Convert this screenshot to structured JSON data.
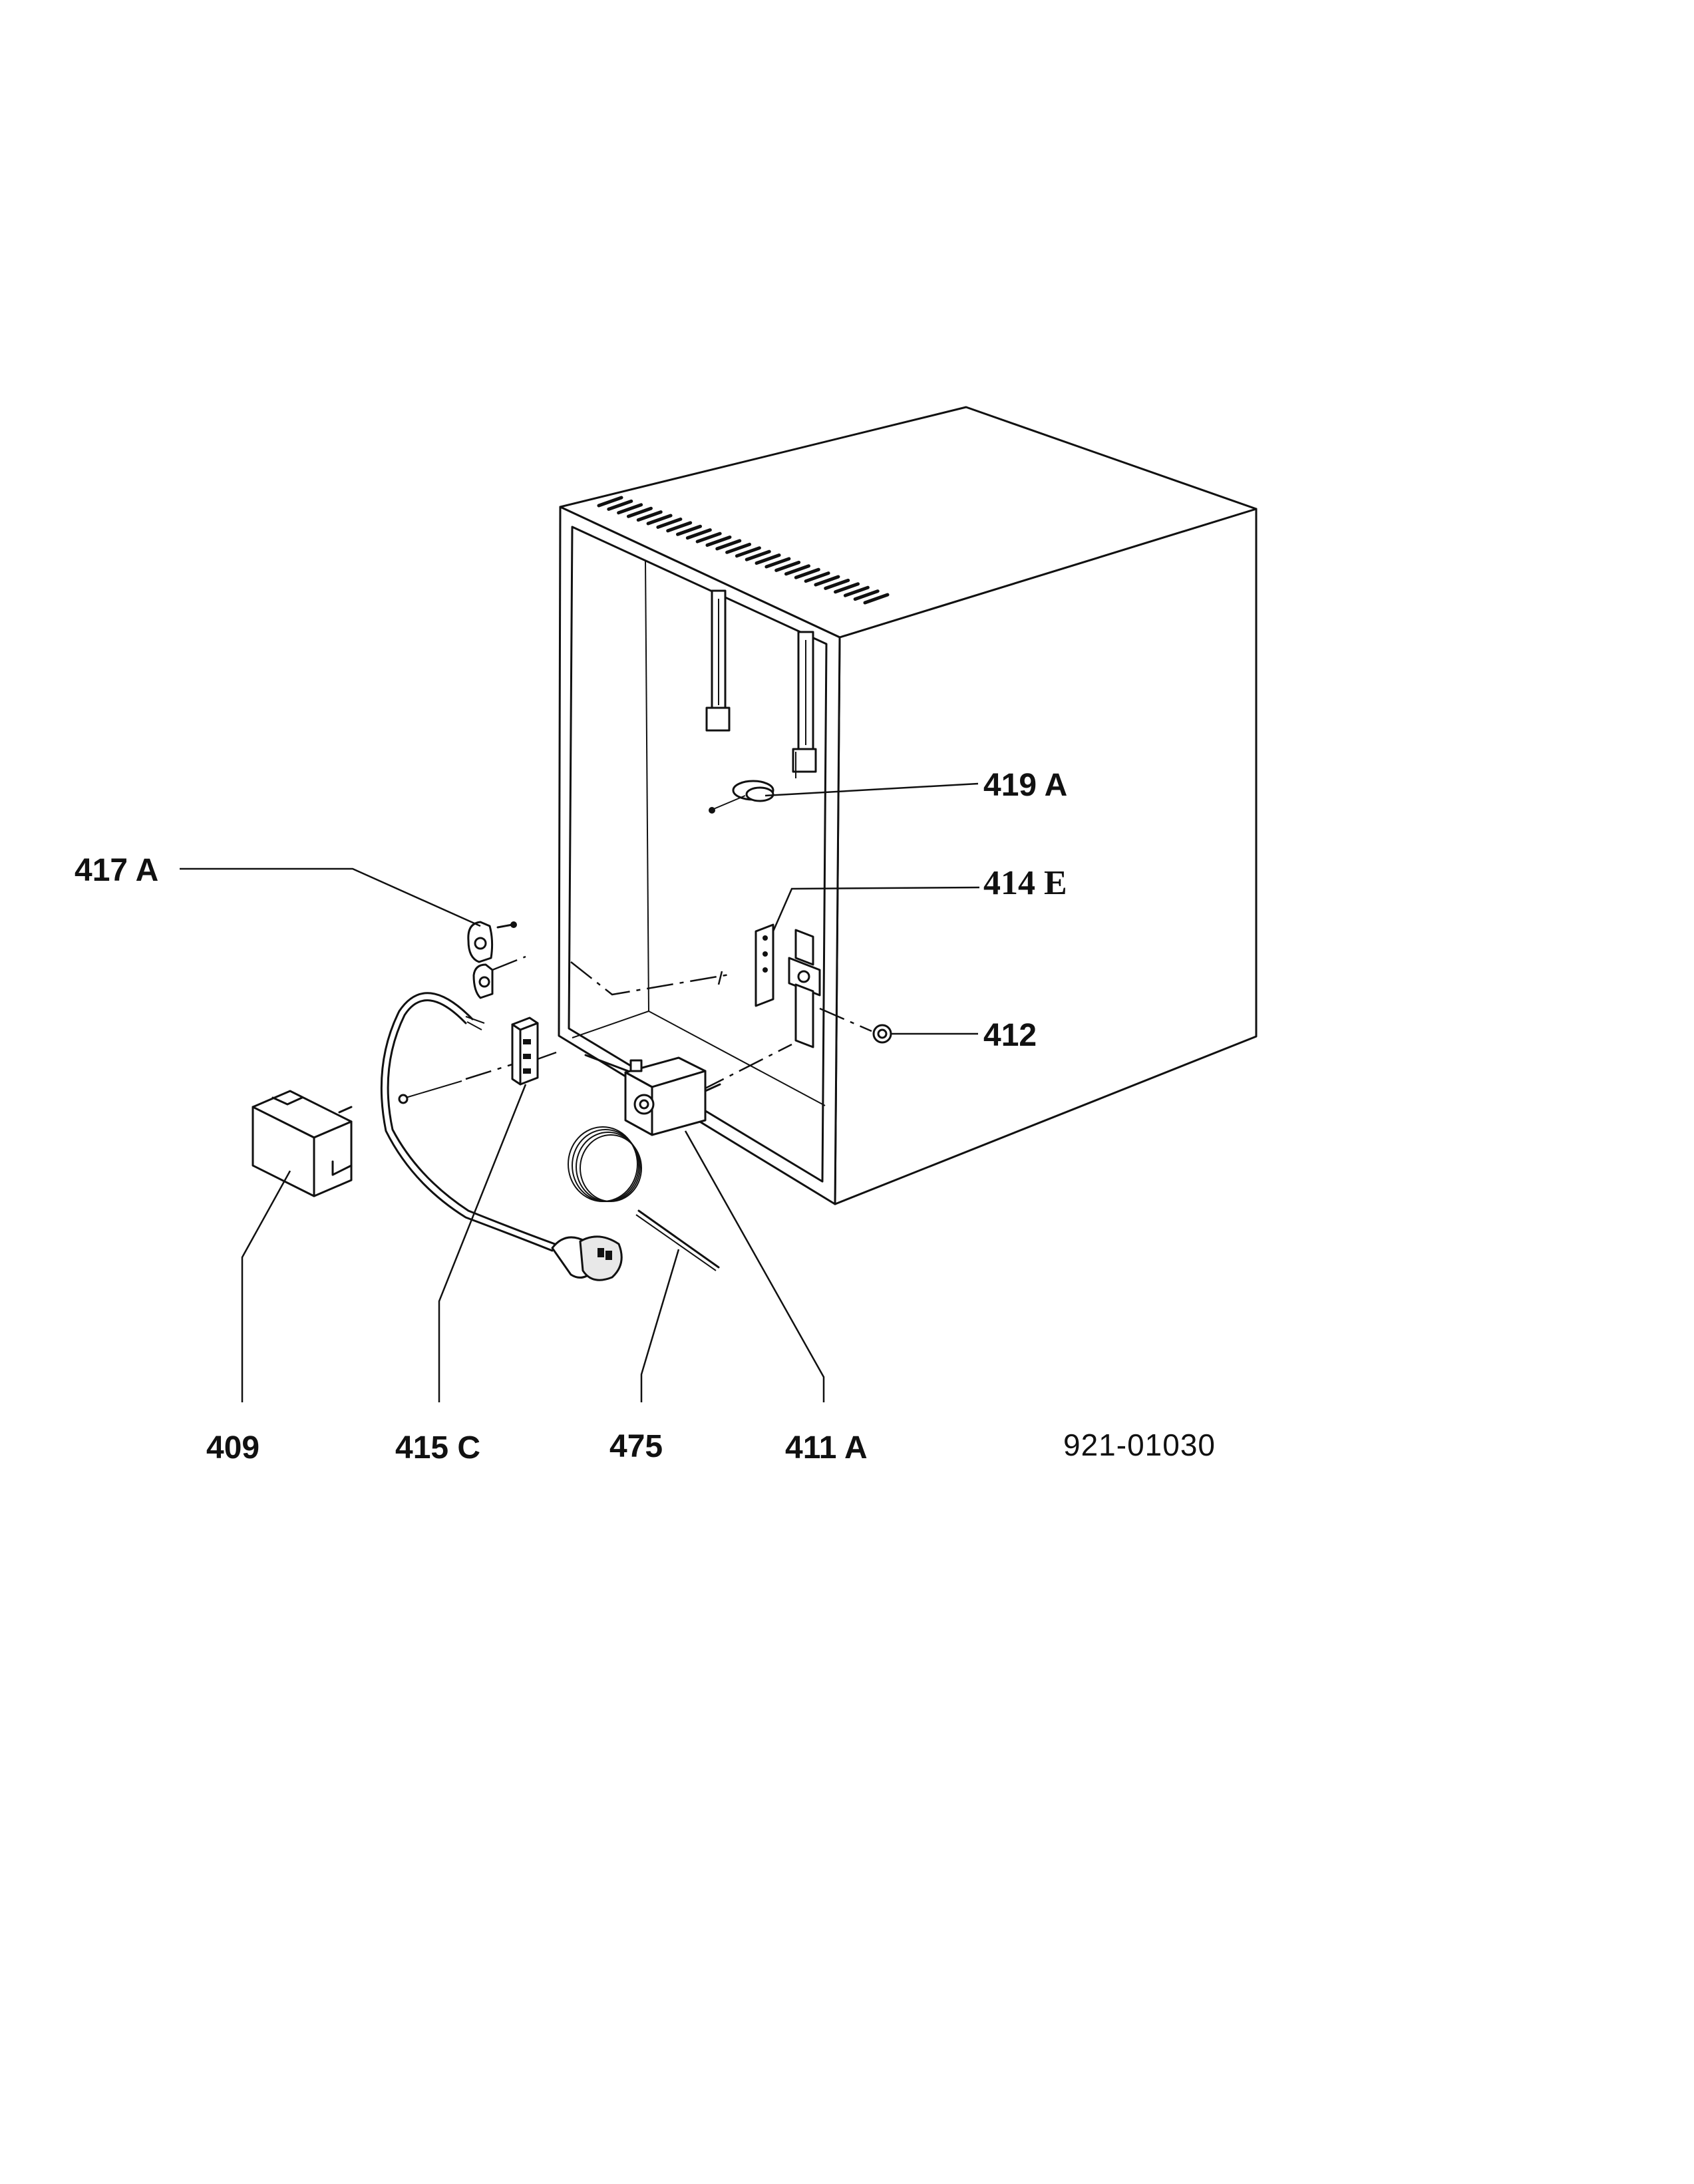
{
  "diagram": {
    "document_number": "921-01030",
    "callouts": [
      {
        "id": "419a",
        "text": "419 A"
      },
      {
        "id": "417a",
        "text": "417 A"
      },
      {
        "id": "414e",
        "text": "414 E"
      },
      {
        "id": "412",
        "text": "412"
      },
      {
        "id": "409",
        "text": "409"
      },
      {
        "id": "415c",
        "text": "415 C"
      },
      {
        "id": "475",
        "text": "475"
      },
      {
        "id": "411a",
        "text": "411 A"
      }
    ]
  }
}
